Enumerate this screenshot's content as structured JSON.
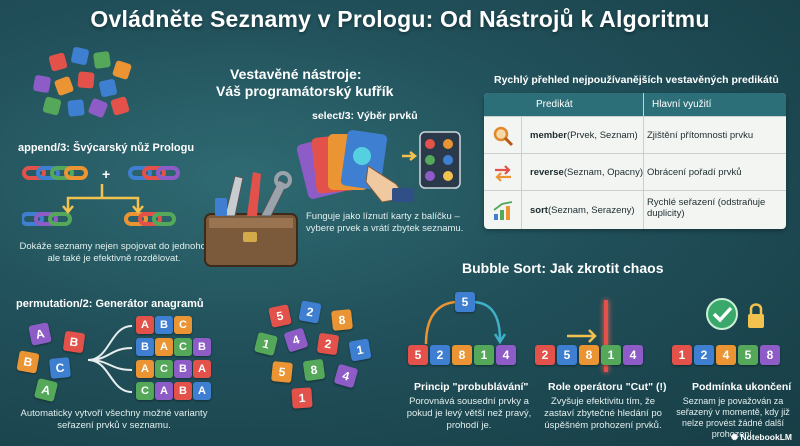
{
  "title": "Ovládněte Seznamy v Prologu: Od Nástrojů k Algoritmu",
  "toolbox": {
    "heading_line1": "Vestavěné nástroje:",
    "heading_line2": "Váš programátorský kufřík"
  },
  "append": {
    "heading": "append/3: Švýcarský nůž Prologu",
    "description": "Dokáže seznamy nejen spojovat do jednoho, ale také je efektivně rozdělovat."
  },
  "select": {
    "heading": "select/3: Výběr prvků",
    "description": "Funguje jako líznutí karty z balíčku – vybere prvek a vrátí zbytek seznamu."
  },
  "permutation": {
    "heading": "permutation/2: Generátor anagramů",
    "description": "Automaticky vytvoří všechny možné varianty seřazení prvků v seznamu.",
    "rows": [
      "ABC",
      "BACB",
      "ACBA",
      "CABA"
    ],
    "inputs": [
      "A",
      "B",
      "C",
      "A",
      "B"
    ]
  },
  "table": {
    "heading": "Rychlý přehled nejpoužívanějších vestavěných predikátů",
    "col_predicate": "Predikát",
    "col_use": "Hlavní využití",
    "rows": [
      {
        "icon": "magnifier-icon",
        "name": "member",
        "args": "(Prvek, Seznam)",
        "use": "Zjištění přítomnosti prvku"
      },
      {
        "icon": "swap-arrows-icon",
        "name": "reverse",
        "args": "(Seznam, Opacny)",
        "use": "Obrácení pořadí prvků"
      },
      {
        "icon": "rising-chart-icon",
        "name": "sort",
        "args": "(Seznam, Serazeny)",
        "use": "Rychlé seřazení (odstraňuje duplicity)"
      }
    ]
  },
  "bubble": {
    "heading": "Bubble Sort: Jak zkrotit chaos",
    "scatter_numbers": [
      "5",
      "2",
      "8",
      "1",
      "4",
      "2",
      "1",
      "5",
      "8",
      "4",
      "1"
    ],
    "steps": [
      {
        "heading": "Princip \"probublávání\"",
        "description": "Porovnává sousední prvky a pokud je levý větší než pravý, prohodí je.",
        "numbers": [
          "5",
          "2",
          "8",
          "1",
          "4"
        ],
        "lifted": "5"
      },
      {
        "heading": "Role operátoru \"Cut\" (!)",
        "description": "Zvyšuje efektivitu tím, že zastaví zbytečné hledání po úspěšném prohození prvků.",
        "numbers": [
          "2",
          "5",
          "8",
          "1",
          "4"
        ]
      },
      {
        "heading": "Podmínka ukončení",
        "description": "Seznam je považován za seřazený v momentě, kdy již nelze provést žádné další prohození.",
        "numbers": [
          "1",
          "2",
          "4",
          "5",
          "8"
        ]
      }
    ]
  },
  "brand": "NotebookLM",
  "colors": {
    "background": "#21505a",
    "table_header": "#2d6f78",
    "tile_red": "#e2524a",
    "tile_blue": "#3f7fd1",
    "tile_orange": "#eb9434",
    "tile_green": "#55a85a",
    "tile_purple": "#8e5cc7"
  }
}
